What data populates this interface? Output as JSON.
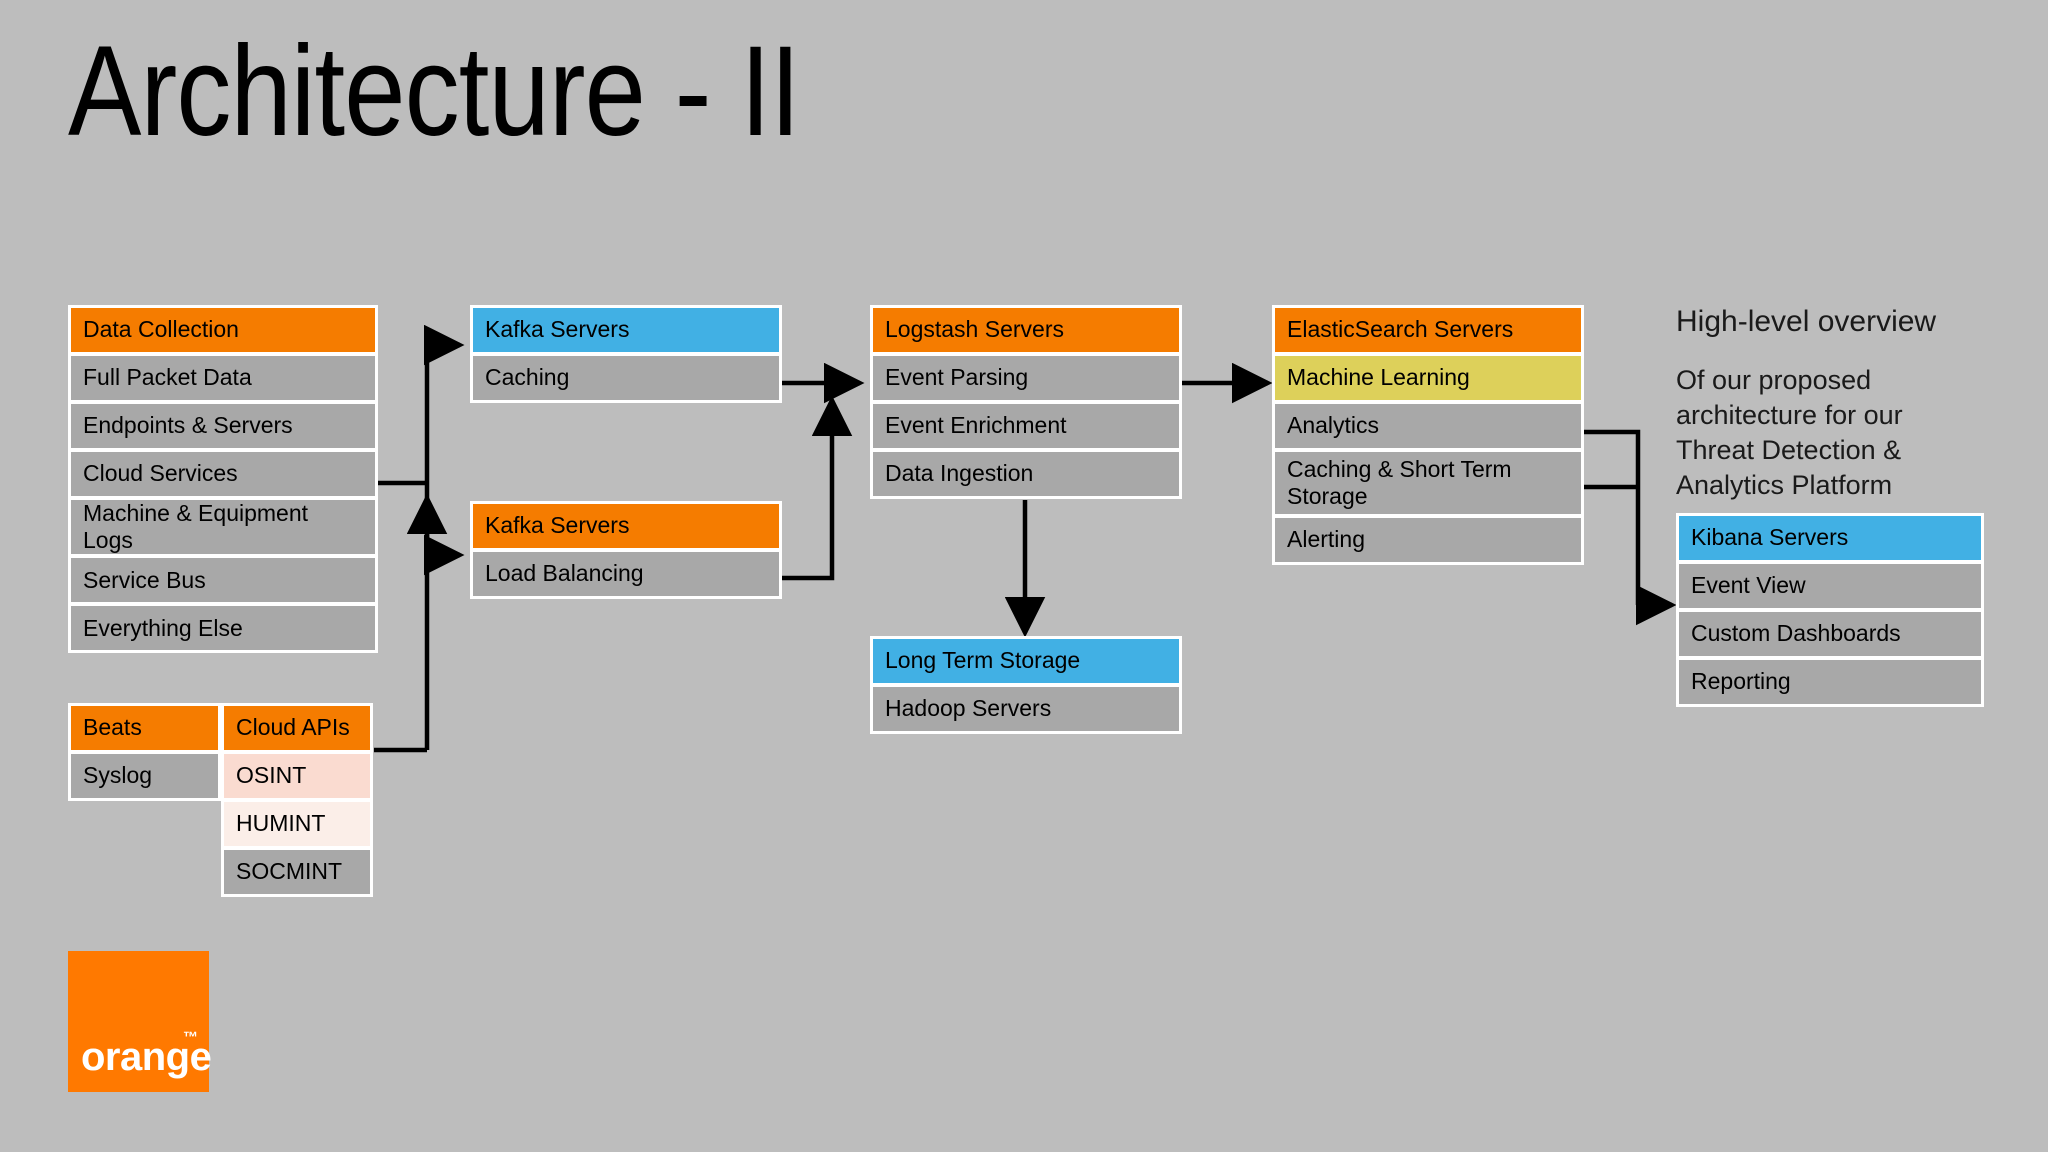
{
  "slide": {
    "title": "Architecture - II",
    "background_color": "#bdbdbd"
  },
  "colors": {
    "orange_header": "#f57c00",
    "orange_logo": "#ff7900",
    "blue_header": "#41b0e4",
    "yellow_accent": "#ddd05a",
    "row_gray": "#a8a8a8",
    "tint_osint": "#fadbd0",
    "tint_humint": "#fbeee8",
    "border_white": "#ffffff",
    "connector_black": "#000000"
  },
  "groups": {
    "data_collection": {
      "header": "Data Collection",
      "header_style": "orange",
      "rows": [
        "Full Packet Data",
        "Endpoints & Servers",
        "Cloud Services",
        "Machine & Equipment Logs",
        "Service Bus",
        "Everything Else"
      ]
    },
    "beats": {
      "header": "Beats",
      "header_style": "orange",
      "rows": [
        "Syslog"
      ]
    },
    "cloud_apis": {
      "header": "Cloud APIs",
      "header_style": "orange",
      "rows": [
        "OSINT",
        "HUMINT",
        "SOCMINT"
      ]
    },
    "kafka_caching": {
      "header": "Kafka Servers",
      "header_style": "blue",
      "rows": [
        "Caching"
      ]
    },
    "kafka_load_balancing": {
      "header": "Kafka Servers",
      "header_style": "orange",
      "rows": [
        "Load Balancing"
      ]
    },
    "logstash": {
      "header": "Logstash Servers",
      "header_style": "orange",
      "rows": [
        "Event Parsing",
        "Event Enrichment",
        "Data Ingestion"
      ]
    },
    "long_term_storage": {
      "header": "Long Term Storage",
      "header_style": "blue",
      "rows": [
        "Hadoop Servers"
      ]
    },
    "elasticsearch": {
      "header": "ElasticSearch Servers",
      "header_style": "orange",
      "rows": [
        "Machine Learning",
        "Analytics",
        "Caching & Short Term Storage",
        "Alerting"
      ]
    },
    "kibana": {
      "header": "Kibana Servers",
      "header_style": "blue",
      "rows": [
        "Event View",
        "Custom Dashboards",
        "Reporting"
      ]
    }
  },
  "overview": {
    "heading": "High-level overview",
    "body": "Of our proposed architecture for our Threat Detection & Analytics Platform"
  },
  "logo": {
    "wordmark": "orange",
    "trademark": "™"
  }
}
